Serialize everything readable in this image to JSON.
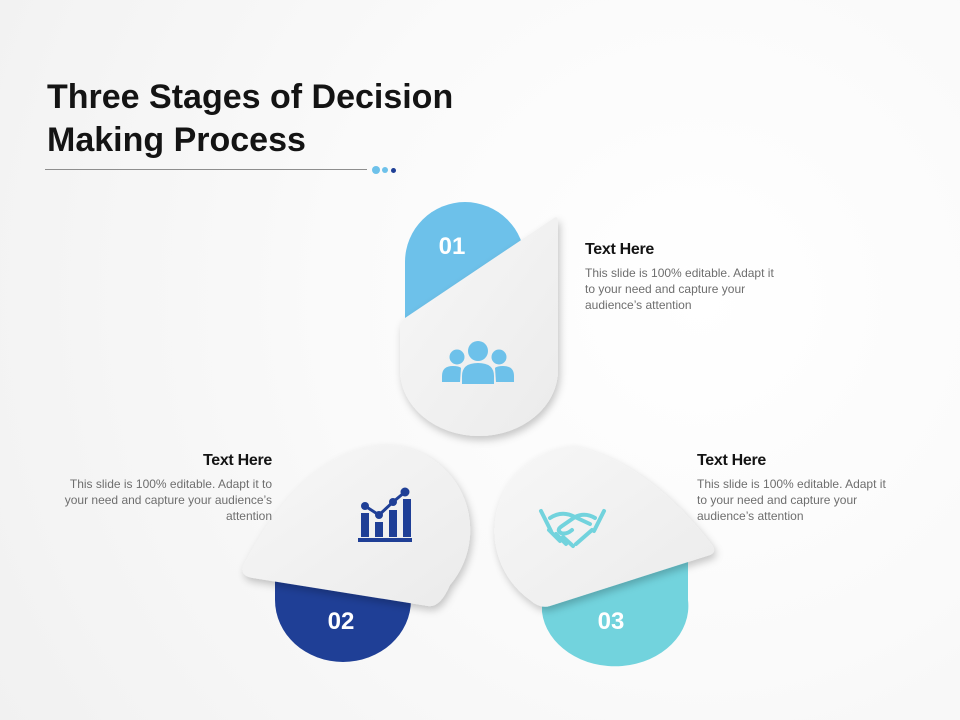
{
  "title": "Three Stages of Decision Making Process",
  "colors": {
    "stage1": "#6dc1ea",
    "stage2": "#1f3f96",
    "stage3": "#72d3dd",
    "card": "#efefef"
  },
  "stages": [
    {
      "number": "01",
      "icon": "people-group-icon",
      "heading": "Text Here",
      "description": "This slide is 100% editable. Adapt it to your need and capture your audience’s attention"
    },
    {
      "number": "02",
      "icon": "growth-chart-icon",
      "heading": "Text Here",
      "description": "This slide is 100% editable. Adapt it to your need and capture your audience’s attention"
    },
    {
      "number": "03",
      "icon": "handshake-icon",
      "heading": "Text Here",
      "description": "This slide is 100% editable. Adapt it to your need and capture your audience’s attention"
    }
  ]
}
